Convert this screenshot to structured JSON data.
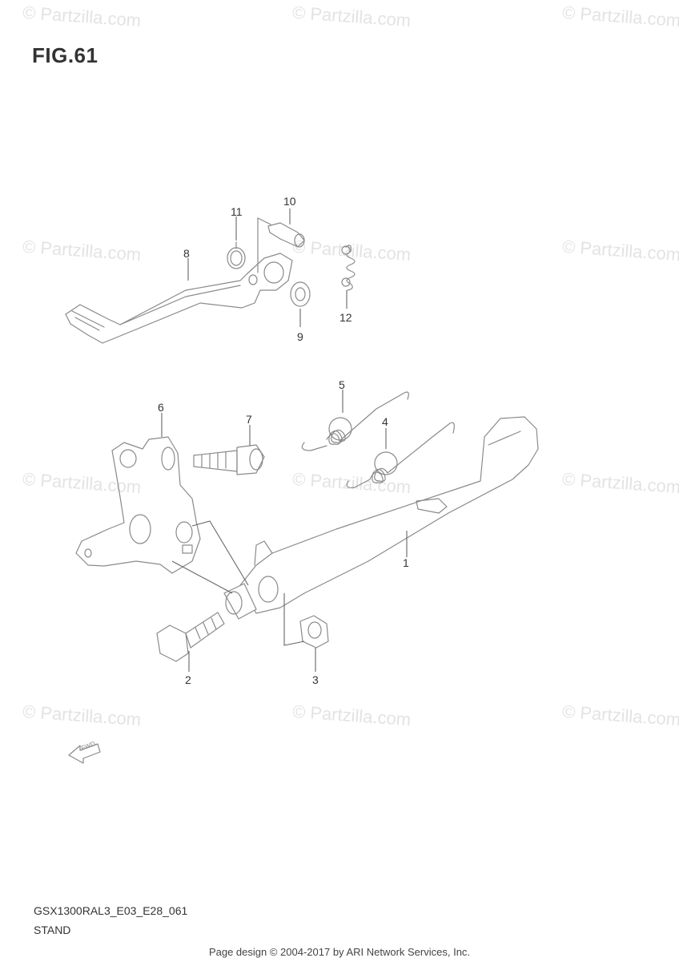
{
  "figure": {
    "title": "FIG.61",
    "model_code": "GSX1300RAL3_E03_E28_061",
    "section_name": "STAND"
  },
  "callouts": [
    {
      "id": "1",
      "label": "1"
    },
    {
      "id": "2",
      "label": "2"
    },
    {
      "id": "3",
      "label": "3"
    },
    {
      "id": "4",
      "label": "4"
    },
    {
      "id": "5",
      "label": "5"
    },
    {
      "id": "6",
      "label": "6"
    },
    {
      "id": "7",
      "label": "7"
    },
    {
      "id": "8",
      "label": "8"
    },
    {
      "id": "9",
      "label": "9"
    },
    {
      "id": "10",
      "label": "10"
    },
    {
      "id": "11",
      "label": "11"
    },
    {
      "id": "12",
      "label": "12"
    }
  ],
  "fwd_arrow_label": "FWD",
  "watermark": "© Partzilla.com",
  "footer": {
    "copyright": "Page design © 2004-2017 by ARI Network Services, Inc."
  }
}
